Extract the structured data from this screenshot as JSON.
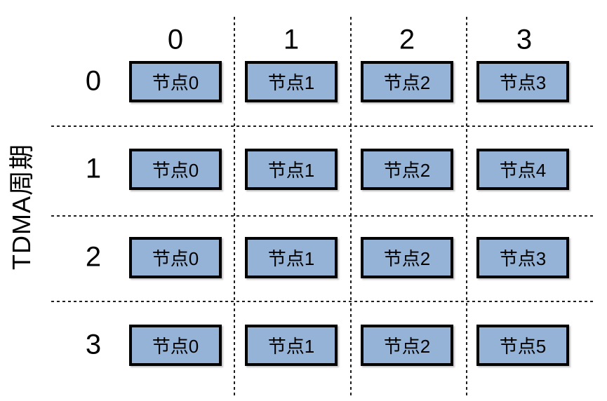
{
  "diagram": {
    "y_axis_label": "TDMA周期",
    "column_headers": [
      "0",
      "1",
      "2",
      "3"
    ],
    "row_labels": [
      "0",
      "1",
      "2",
      "3"
    ],
    "rows": [
      {
        "cells": [
          "节点0",
          "节点1",
          "节点2",
          "节点3"
        ]
      },
      {
        "cells": [
          "节点0",
          "节点1",
          "节点2",
          "节点4"
        ]
      },
      {
        "cells": [
          "节点0",
          "节点1",
          "节点2",
          "节点3"
        ]
      },
      {
        "cells": [
          "节点0",
          "节点1",
          "节点2",
          "节点5"
        ]
      }
    ],
    "colors": {
      "node_fill": "#95B3D7",
      "node_border": "#000000",
      "divider_line": "#1F1F1F",
      "text": "#000000",
      "background": "#FFFFFF"
    }
  }
}
